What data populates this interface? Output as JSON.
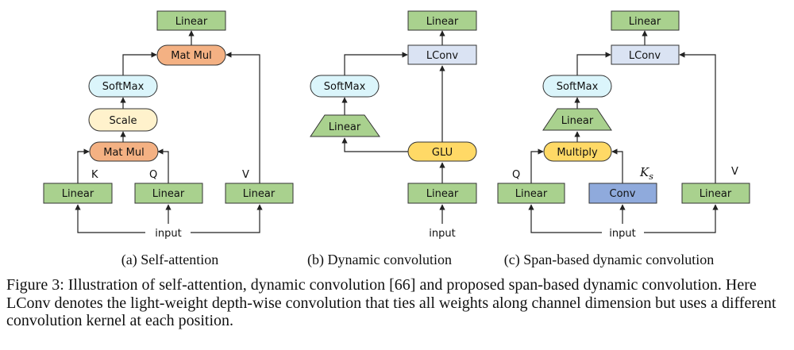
{
  "colors": {
    "linear": "#a9d18e",
    "matmul": "#f4b183",
    "softmax": "#dbf5fb",
    "scale": "#fff2cc",
    "lconv": "#dae3f3",
    "glu": "#ffd966",
    "conv": "#8faadc",
    "stroke": "#333333"
  },
  "panels": {
    "a": {
      "nodes": {
        "linear_out": "Linear",
        "matmul_top": "Mat Mul",
        "softmax": "SoftMax",
        "scale": "Scale",
        "matmul_bottom": "Mat Mul",
        "linear_k": "Linear",
        "linear_q": "Linear",
        "linear_v": "Linear",
        "input": "input"
      },
      "labels": {
        "k": "K",
        "q": "Q",
        "v": "V"
      },
      "subcaption": "(a) Self-attention"
    },
    "b": {
      "nodes": {
        "linear_out": "Linear",
        "lconv": "LConv",
        "softmax": "SoftMax",
        "linear_trap": "Linear",
        "glu": "GLU",
        "linear_in": "Linear",
        "input": "input"
      },
      "subcaption": "(b) Dynamic convolution"
    },
    "c": {
      "nodes": {
        "linear_out": "Linear",
        "lconv": "LConv",
        "softmax": "SoftMax",
        "linear_trap": "Linear",
        "multiply": "Multiply",
        "linear_q": "Linear",
        "conv": "Conv",
        "linear_v": "Linear",
        "input": "input"
      },
      "labels": {
        "q": "Q",
        "ks_main": "K",
        "ks_sub": "s",
        "v": "V"
      },
      "subcaption": "(c) Span-based dynamic convolution"
    }
  },
  "caption": {
    "text": "Figure 3: Illustration of self-attention, dynamic convolution [66] and proposed span-based dynamic convolution. Here LConv denotes the light-weight depth-wise convolution that ties all weights along channel dimension but uses a different convolution kernel at each position."
  }
}
